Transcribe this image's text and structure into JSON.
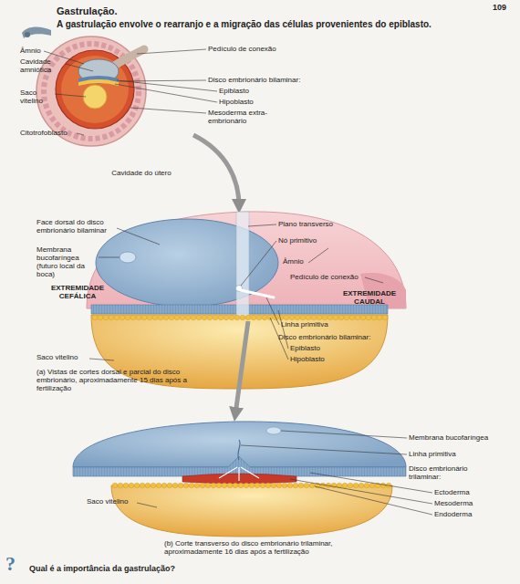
{
  "diagram": {
    "title": "Gastrulação.",
    "caption": "A gastrulação envolve o rearranjo e a migração das células provenientes do epiblasto.",
    "labels": [
      "109",
      "Âmnio",
      "Pedículo de conexão",
      "Cavidade amniótica",
      "Disco embrionário bilaminar:",
      "Epiblasto",
      "Hipoblasto",
      "Saco vitelino",
      "Mesoderma extra-embrionário",
      "Citotrofoblasto",
      "Cavidade do útero",
      "Face dorsal do disco embrionário bilaminar",
      "Plano transverso",
      "Nó primitivo",
      "Membrana bucofaríngea (futuro local da boca)",
      "Âmnio",
      "Pedículo de conexão",
      "EXTREMIDADE CEFÁLICA",
      "EXTREMIDADE CAUDAL",
      "Linha primitiva",
      "Saco vitelino",
      "Disco embrionário bilaminar:",
      "Epiblasto",
      "Hipoblasto",
      "(a) Vistas de cortes dorsal e parcial do disco embrionário, aproximadamente 15 dias após a fertilização",
      "Membrana bucofaríngea",
      "Linha primitiva",
      "Disco embrionário trilaminar:",
      "Ectoderma",
      "Mesoderma",
      "Endoderma",
      "Saco vitelino",
      "(b) Corte transverso do disco embrionário trilaminar, aproximadamente 16 dias após a fertilização",
      "?",
      "Qual é a importância da gastrulação?"
    ]
  }
}
